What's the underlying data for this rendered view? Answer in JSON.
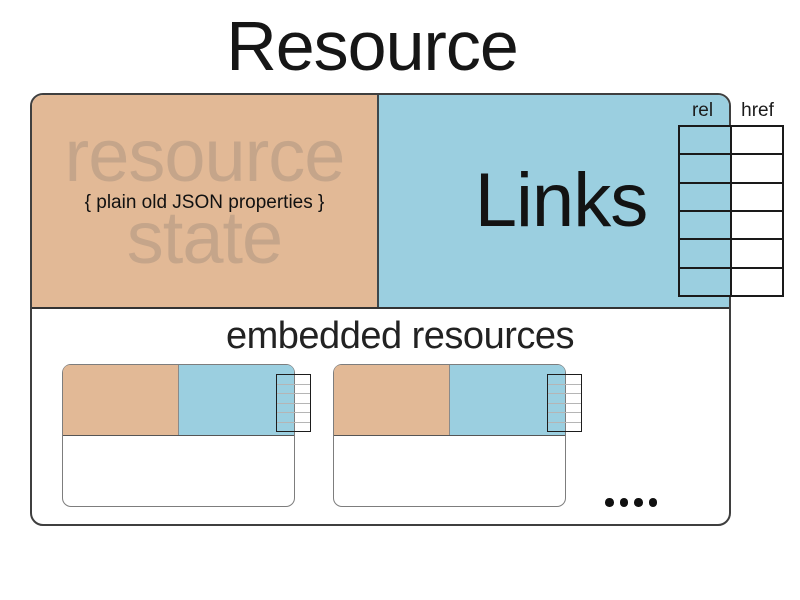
{
  "page": {
    "title": "Resource"
  },
  "resource_state": {
    "watermark_line1": "resource",
    "watermark_line2": "state",
    "caption": "{ plain old JSON properties }"
  },
  "links": {
    "label": "Links",
    "table": {
      "columns": [
        "rel",
        "href"
      ],
      "row_count": 6,
      "cells_empty": true
    }
  },
  "embedded": {
    "heading": "embedded resources",
    "resource_count": 2,
    "mini_table_row_count": 6,
    "ellipsis": {
      "dot_count": 4
    }
  },
  "colors": {
    "state_fill": "#E2B996",
    "links_fill": "#9BCFE0",
    "watermark": "#C5A58A",
    "border_dark": "#3F3F3F"
  }
}
